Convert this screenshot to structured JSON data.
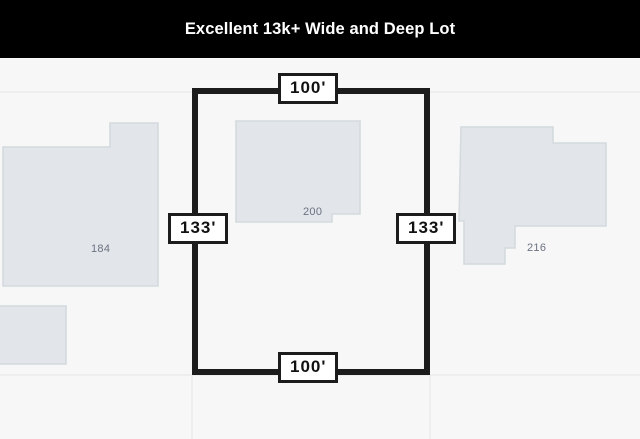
{
  "header": {
    "title": "Excellent 13k+ Wide and Deep Lot",
    "background_color": "#000000",
    "text_color": "#ffffff"
  },
  "map": {
    "background_color": "#f7f7f7",
    "parcel_line_color": "#ececec",
    "building_fill_color": "#e2e6ea",
    "building_stroke_color": "#d4dade",
    "lot_outline_color": "#1c1c1c"
  },
  "lot": {
    "outline_label": "subject-lot-boundary",
    "dimensions": {
      "top": "100'",
      "bottom": "100'",
      "left": "133'",
      "right": "133'"
    }
  },
  "buildings": [
    {
      "id": "184",
      "label": "184",
      "position": "left"
    },
    {
      "id": "200",
      "label": "200",
      "position": "center"
    },
    {
      "id": "216",
      "label": "216",
      "position": "right"
    }
  ]
}
